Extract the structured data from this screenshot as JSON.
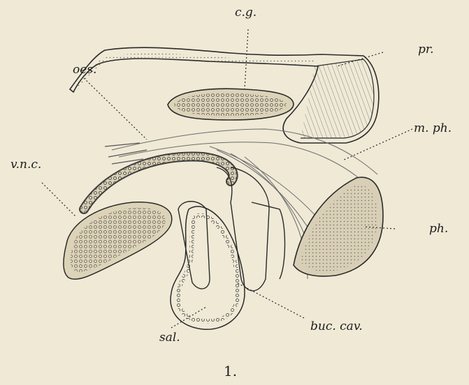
{
  "figure": {
    "number": "1.",
    "labels": {
      "cg": "c.g.",
      "oes": "oes.",
      "pr": "pr.",
      "mph": "m. ph.",
      "vnc": "v.n.c.",
      "ph": "ph.",
      "sal": "sal.",
      "buccav": "buc. cav."
    }
  },
  "colors": {
    "background": "#efe9d6",
    "ink": "#1c1c1c",
    "tissue": "#d8cfb6",
    "cells": "#3b3b3b"
  }
}
